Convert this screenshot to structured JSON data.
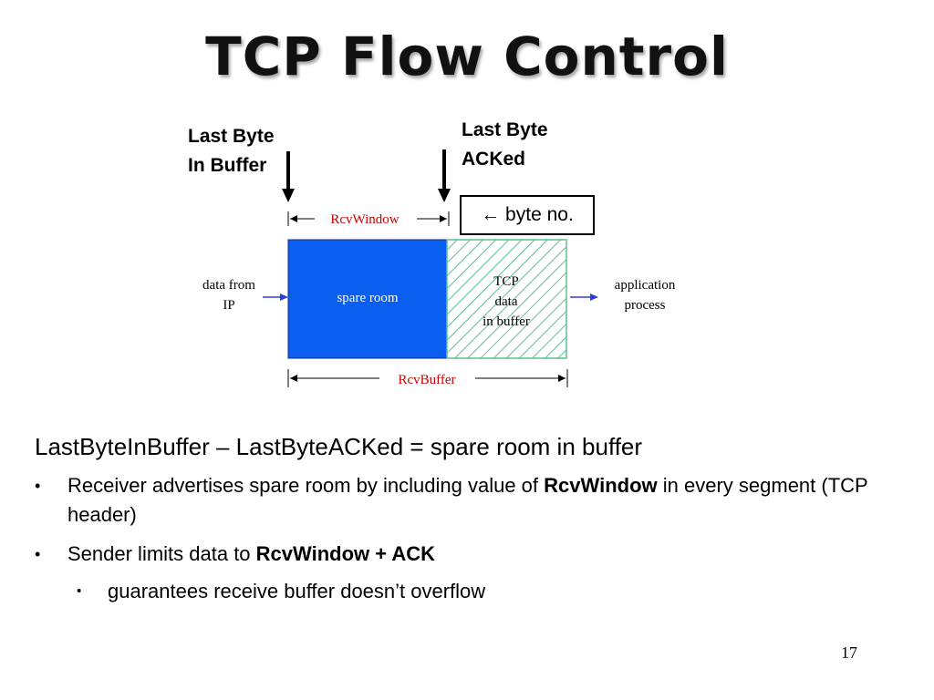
{
  "title": "TCP Flow Control",
  "labels": {
    "last_byte_in_buffer_line1": "Last Byte",
    "last_byte_in_buffer_line2": "In Buffer",
    "last_byte_acked_line1": "Last Byte",
    "last_byte_acked_line2": "ACKed",
    "byte_no": "← byte no."
  },
  "diagram": {
    "rcv_window": "RcvWindow",
    "rcv_buffer": "RcvBuffer",
    "data_from_ip_line1": "data from",
    "data_from_ip_line2": "IP",
    "spare_room": "spare room",
    "tcp_data_line1": "TCP",
    "tcp_data_line2": "data",
    "tcp_data_line3": "in buffer",
    "app_process_line1": "application",
    "app_process_line2": "process",
    "colors": {
      "spare_room": "#0a5ef0",
      "tcp_data_hatch": "#5fbf8f",
      "label_red": "#cc0000",
      "arrow_blue": "#2a3fd6"
    }
  },
  "body": {
    "equation": "LastByteInBuffer – LastByteACKed = spare room in buffer",
    "bullet1_pre": "Receiver advertises spare room by including value of ",
    "bullet1_bold": "RcvWindow",
    "bullet1_post": " in every segment (TCP header)",
    "bullet2_pre": "Sender limits data to ",
    "bullet2_bold": "RcvWindow + ACK",
    "sub_bullet1": "guarantees receive buffer doesn’t overflow",
    "bullet_char": "•"
  },
  "page_number": "17"
}
